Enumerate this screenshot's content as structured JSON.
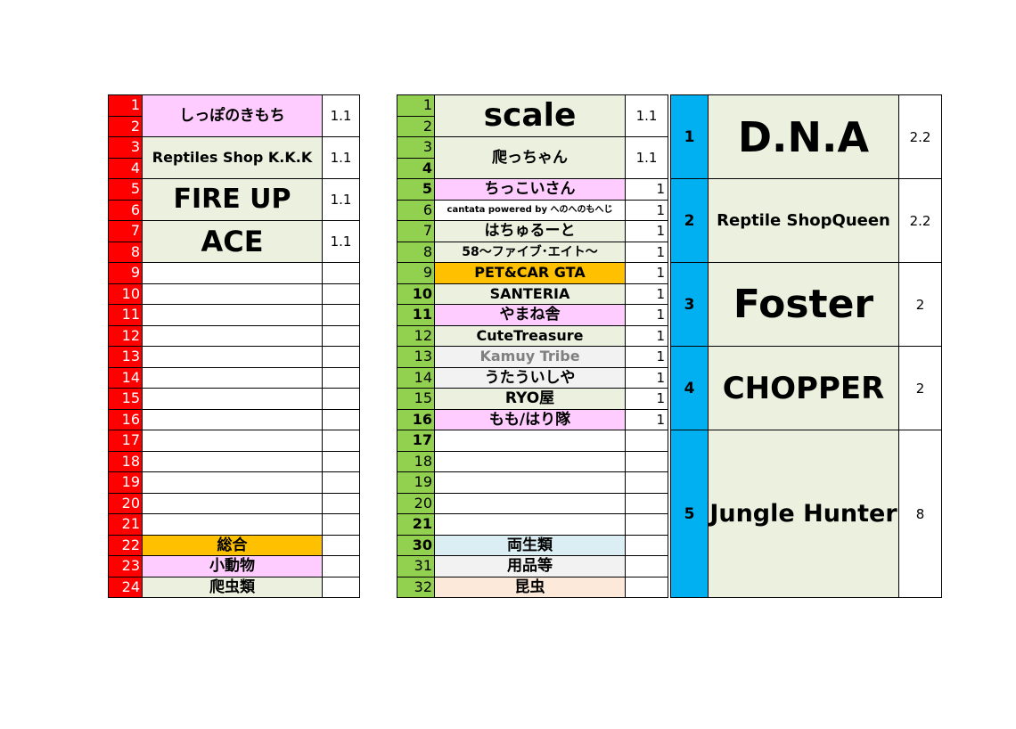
{
  "block_a": [
    {
      "n1": "1",
      "n2": "2",
      "name": "しっぽのきもち",
      "pts": "1.1",
      "bg": "pink",
      "size": 17
    },
    {
      "n1": "3",
      "n2": "4",
      "name": "Reptiles Shop K.K.K",
      "pts": "1.1",
      "bg": "green",
      "size": 16
    },
    {
      "n1": "5",
      "n2": "6",
      "name": "FIRE UP",
      "pts": "1.1",
      "bg": "green",
      "size": 30
    },
    {
      "n1": "7",
      "n2": "8",
      "name": "ACE",
      "pts": "1.1",
      "bg": "green",
      "size": 32
    }
  ],
  "block_a_rows": [
    {
      "n": "9"
    },
    {
      "n": "10"
    },
    {
      "n": "11"
    },
    {
      "n": "12"
    },
    {
      "n": "13"
    },
    {
      "n": "14"
    },
    {
      "n": "15"
    },
    {
      "n": "16"
    },
    {
      "n": "17"
    },
    {
      "n": "18"
    },
    {
      "n": "19"
    },
    {
      "n": "20"
    },
    {
      "n": "21"
    },
    {
      "n": "22",
      "name": "総合",
      "bg": "orange"
    },
    {
      "n": "23",
      "name": "小動物",
      "bg": "pink"
    },
    {
      "n": "24",
      "name": "爬虫類",
      "bg": "green"
    }
  ],
  "block_b_top": [
    {
      "n1": "1",
      "n2": "2",
      "name": "scale",
      "pts": "1.1",
      "bg": "green",
      "size": 36
    },
    {
      "n1": "3",
      "n2": "4",
      "n2_bold": true,
      "name": "爬っちゃん",
      "pts": "1.1",
      "bg": "green",
      "size": 17
    }
  ],
  "block_b_rows": [
    {
      "n": "5",
      "bold": true,
      "name": "ちっこいさん",
      "pts": "1",
      "bg": "pink",
      "size": 17
    },
    {
      "n": "6",
      "name": "cantata powered by へのへのもへじ",
      "pts": "1",
      "bg": "white",
      "size": 10
    },
    {
      "n": "7",
      "name": "はちゅるーと",
      "pts": "1",
      "bg": "green",
      "size": 17
    },
    {
      "n": "8",
      "name": "58～ファイブ･エイト～",
      "pts": "1",
      "bg": "green",
      "size": 14
    },
    {
      "n": "9",
      "name": "PET&CAR GTA",
      "pts": "1",
      "bg": "orange",
      "size": 16
    },
    {
      "n": "10",
      "bold": true,
      "name": "SANTERIA",
      "pts": "1",
      "bg": "green",
      "size": 16
    },
    {
      "n": "11",
      "bold": true,
      "name": "やまね舎",
      "pts": "1",
      "bg": "pink",
      "size": 17
    },
    {
      "n": "12",
      "name": "CuteTreasure",
      "pts": "1",
      "bg": "green",
      "size": 16
    },
    {
      "n": "13",
      "name": "Kamuy Tribe",
      "pts": "1",
      "bg": "gray",
      "size": 16,
      "graytext": true
    },
    {
      "n": "14",
      "name": "うたういしや",
      "pts": "1",
      "bg": "gray",
      "size": 17
    },
    {
      "n": "15",
      "name": "RYO屋",
      "pts": "1",
      "bg": "green",
      "size": 17
    },
    {
      "n": "16",
      "bold": true,
      "name": "もも/はり隊",
      "pts": "1",
      "bg": "pink",
      "size": 17
    },
    {
      "n": "17",
      "bold": true
    },
    {
      "n": "18"
    },
    {
      "n": "19"
    },
    {
      "n": "20"
    },
    {
      "n": "21",
      "bold": true
    },
    {
      "n": "30",
      "bold": true,
      "name": "両生類",
      "bg": "blue",
      "size": 17
    },
    {
      "n": "31",
      "name": "用品等",
      "bg": "gray",
      "size": 17
    },
    {
      "n": "32",
      "name": "昆虫",
      "bg": "peach",
      "size": 17
    }
  ],
  "block_c": [
    {
      "rank": "1",
      "name": "D.N.A",
      "pts": "2.2",
      "size": 46
    },
    {
      "rank": "2",
      "name": "Reptile ShopQueen",
      "pts": "2.2",
      "size": 18
    },
    {
      "rank": "3",
      "name": "Foster",
      "pts": "2",
      "size": 44
    },
    {
      "rank": "4",
      "name": "CHOPPER",
      "pts": "2",
      "size": 34
    },
    {
      "rank": "5",
      "name": "Jungle Hunter",
      "pts": "8",
      "size": 27
    }
  ]
}
